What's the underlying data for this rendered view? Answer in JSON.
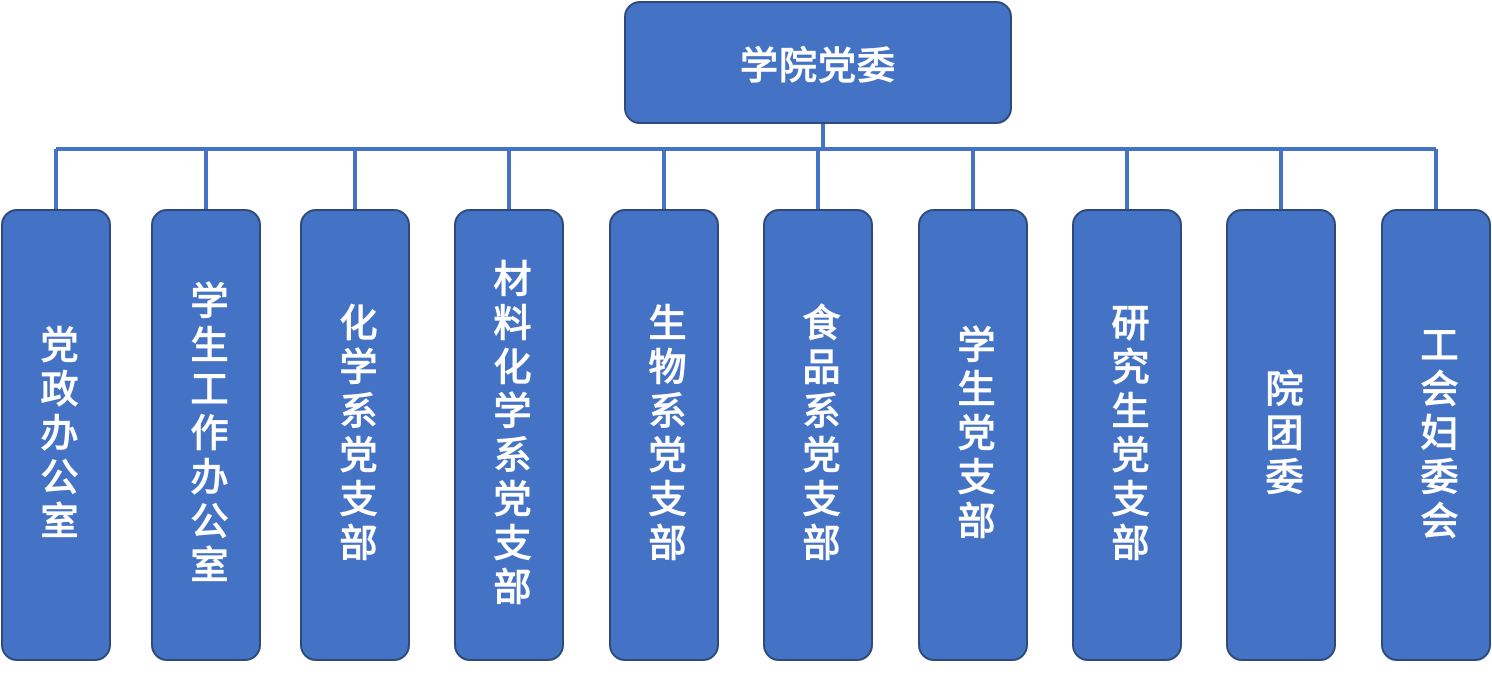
{
  "colors": {
    "node_fill": "#4472C4",
    "node_border": "#2E4A7A",
    "connector": "#4472C4",
    "text": "#FFFFFF"
  },
  "root": {
    "label": "学院党委"
  },
  "children": [
    {
      "label": "党政办公室"
    },
    {
      "label": "学生工作办公室"
    },
    {
      "label": "化学系党支部"
    },
    {
      "label": "材料化学系党支部"
    },
    {
      "label": "生物系党支部"
    },
    {
      "label": "食品系党支部"
    },
    {
      "label": "学生党支部"
    },
    {
      "label": "研究生党支部"
    },
    {
      "label": "院团委"
    },
    {
      "label": "工会妇委会"
    }
  ]
}
